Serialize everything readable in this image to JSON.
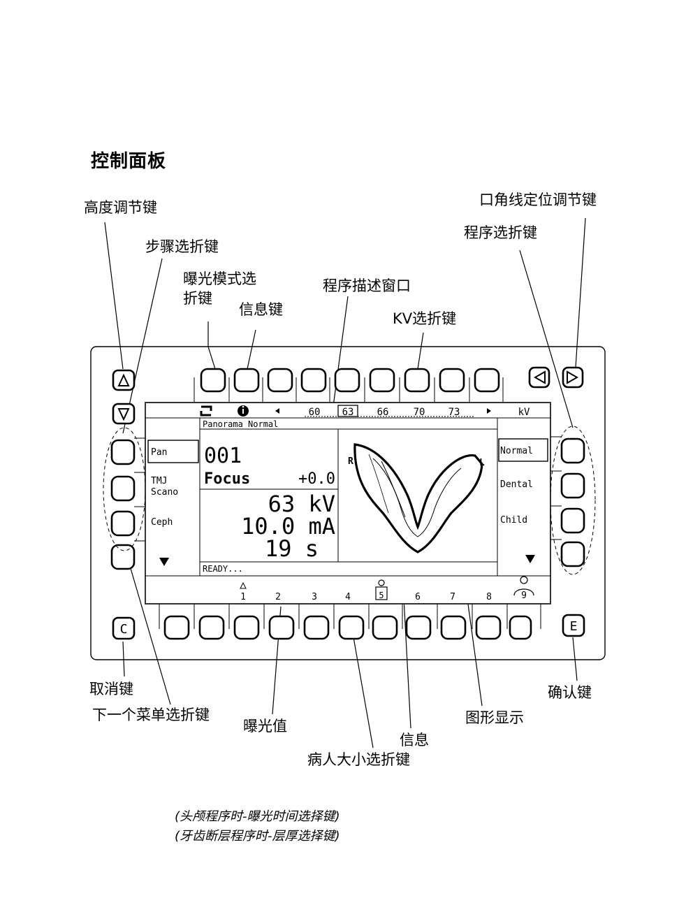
{
  "title": "控制面板",
  "labels": {
    "height_key": "高度调节键",
    "step_key": "步骤选折键",
    "exposure_mode_line1": "曝光模式选",
    "exposure_mode_line2": "折键",
    "info_key": "信息键",
    "program_window": "程序描述窗口",
    "kv_key": "KV选折键",
    "program_key": "程序选折键",
    "mouth_angle_key": "口角线定位调节键",
    "cancel_key": "取消键",
    "next_menu_key": "下一个菜单选折键",
    "exposure_value": "曝光值",
    "info": "信息",
    "patient_size_key": "病人大小选折键",
    "graphic_display": "图形显示",
    "confirm_key": "确认键"
  },
  "notes": [
    "(头颅程序时-曝光时间选择键)",
    "(牙齿断层程序时-层厚选择键)"
  ],
  "screen": {
    "kv_options": [
      "60",
      "63",
      "66",
      "70",
      "73"
    ],
    "kv_selected": "63",
    "kv_unit": "kV",
    "program_name": "Panorama Normal",
    "left_menu": [
      "Pan",
      "TMJ",
      "Scano",
      "Ceph"
    ],
    "right_menu": [
      "Normal",
      "Dental",
      "Child"
    ],
    "program_number": "001",
    "focus_label": "Focus",
    "focus_value": "+0.0",
    "kv_value": "63 kV",
    "ma_value": "10.0 mA",
    "time_value": "19 s",
    "status": "READY...",
    "mark_right": "R",
    "mark_left": "L",
    "bottom_numbers": [
      "1",
      "2",
      "3",
      "4",
      "5",
      "6",
      "7",
      "8",
      "9"
    ]
  },
  "keys": {
    "cancel": "C",
    "confirm": "E"
  }
}
